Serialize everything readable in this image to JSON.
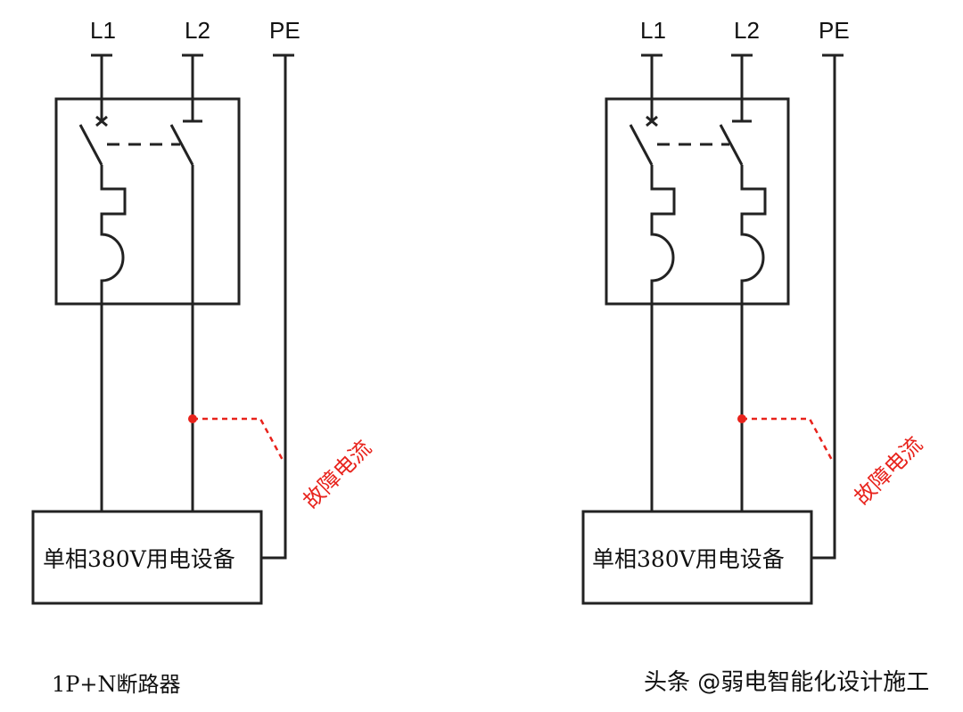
{
  "diagrams": [
    {
      "terminals": [
        "L1",
        "L2",
        "PE"
      ],
      "device_label": "单相380V用电设备",
      "fault_label": "故障电流"
    },
    {
      "terminals": [
        "L1",
        "L2",
        "PE"
      ],
      "device_label": "单相380V用电设备",
      "fault_label": "故障电流"
    }
  ],
  "caption": "1P+N断路器",
  "watermark": "头条 @弱电智能化设计施工",
  "colors": {
    "line": "#222222",
    "fault": "#e8231c"
  }
}
